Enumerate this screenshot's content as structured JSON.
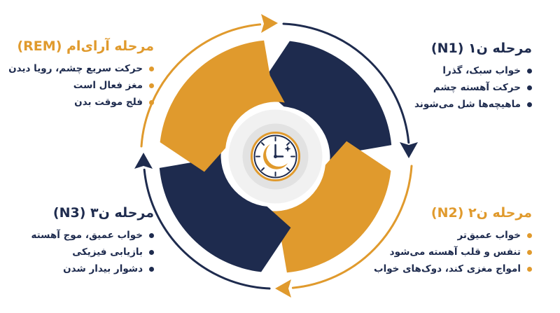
{
  "colors": {
    "navy": "#1e2b4e",
    "gold": "#e09a2d",
    "center_bg": "#f1f1f1",
    "inner_ring": "#e2e2e2"
  },
  "center": {
    "icon": "moon-clock-icon"
  },
  "stages": {
    "rem": {
      "title": "مرحله آرای‌ام (REM)",
      "color": "gold",
      "bullets": [
        "حرکت سریع چشم، رویا دیدن",
        "مغز فعال است",
        "فلج موقت بدن"
      ]
    },
    "n1": {
      "title": "مرحله ن۱ (N1)",
      "color": "navy",
      "bullets": [
        "خواب سبک، گذرا",
        "حرکت آهسته چشم",
        "ماهیچه‌ها شل می‌شوند"
      ]
    },
    "n3": {
      "title": "مرحله ن۳ (N3)",
      "color": "navy",
      "bullets": [
        "خواب عمیق، موج آهسته",
        "بازیابی فیزیکی",
        "دشوار بیدار شدن"
      ]
    },
    "n2": {
      "title": "مرحله ن۲ (N2)",
      "color": "gold",
      "bullets": [
        "خواب عمیق‌تر",
        "تنفس و قلب آهسته می‌شود",
        "امواج مغزی کند، دوک‌های خواب"
      ]
    }
  }
}
